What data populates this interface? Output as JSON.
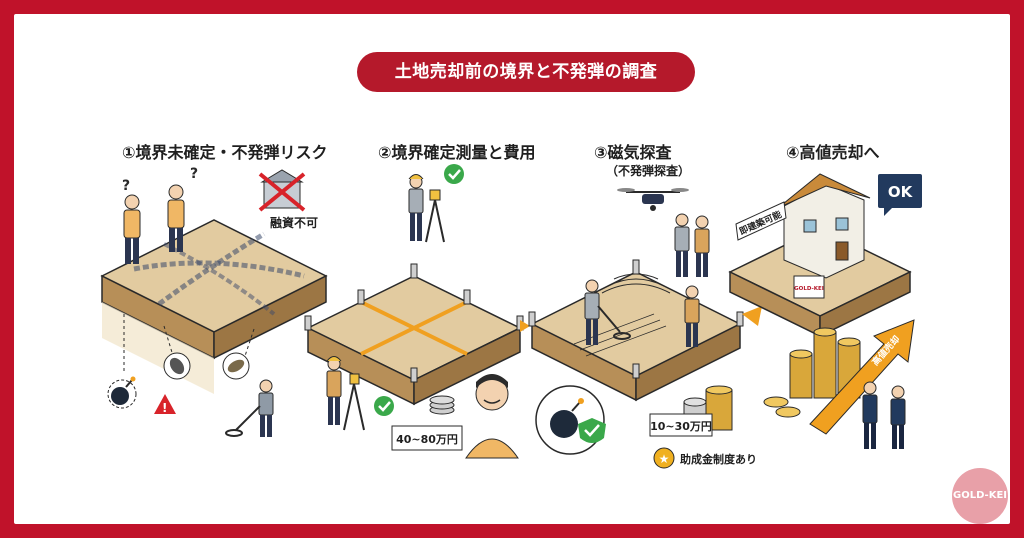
{
  "title": "土地売却前の境界と不発弾の調査",
  "steps": [
    {
      "heading": "①境界未確定・不発弾リスク",
      "label": "融資不可"
    },
    {
      "heading": "②境界確定測量と費用",
      "cost": "40~80万円"
    },
    {
      "heading": "③磁気探査",
      "subheading": "（不発弾探査）",
      "cost": "10~30万円",
      "subsidy": "助成金制度あり"
    },
    {
      "heading": "④高値売却へ",
      "ok": "OK",
      "sign_build": "即建築可能",
      "sign_gold": "GOLD-KEI",
      "arrow_text": "高値売却"
    }
  ],
  "brand_badge": "GOLD-KEI",
  "colors": {
    "brand_red": "#b5192b",
    "land": "#e2cba0",
    "land_side": "#b78f58",
    "accent_orange": "#f0a020",
    "check_green": "#3aa84a",
    "navy": "#223a5e"
  }
}
